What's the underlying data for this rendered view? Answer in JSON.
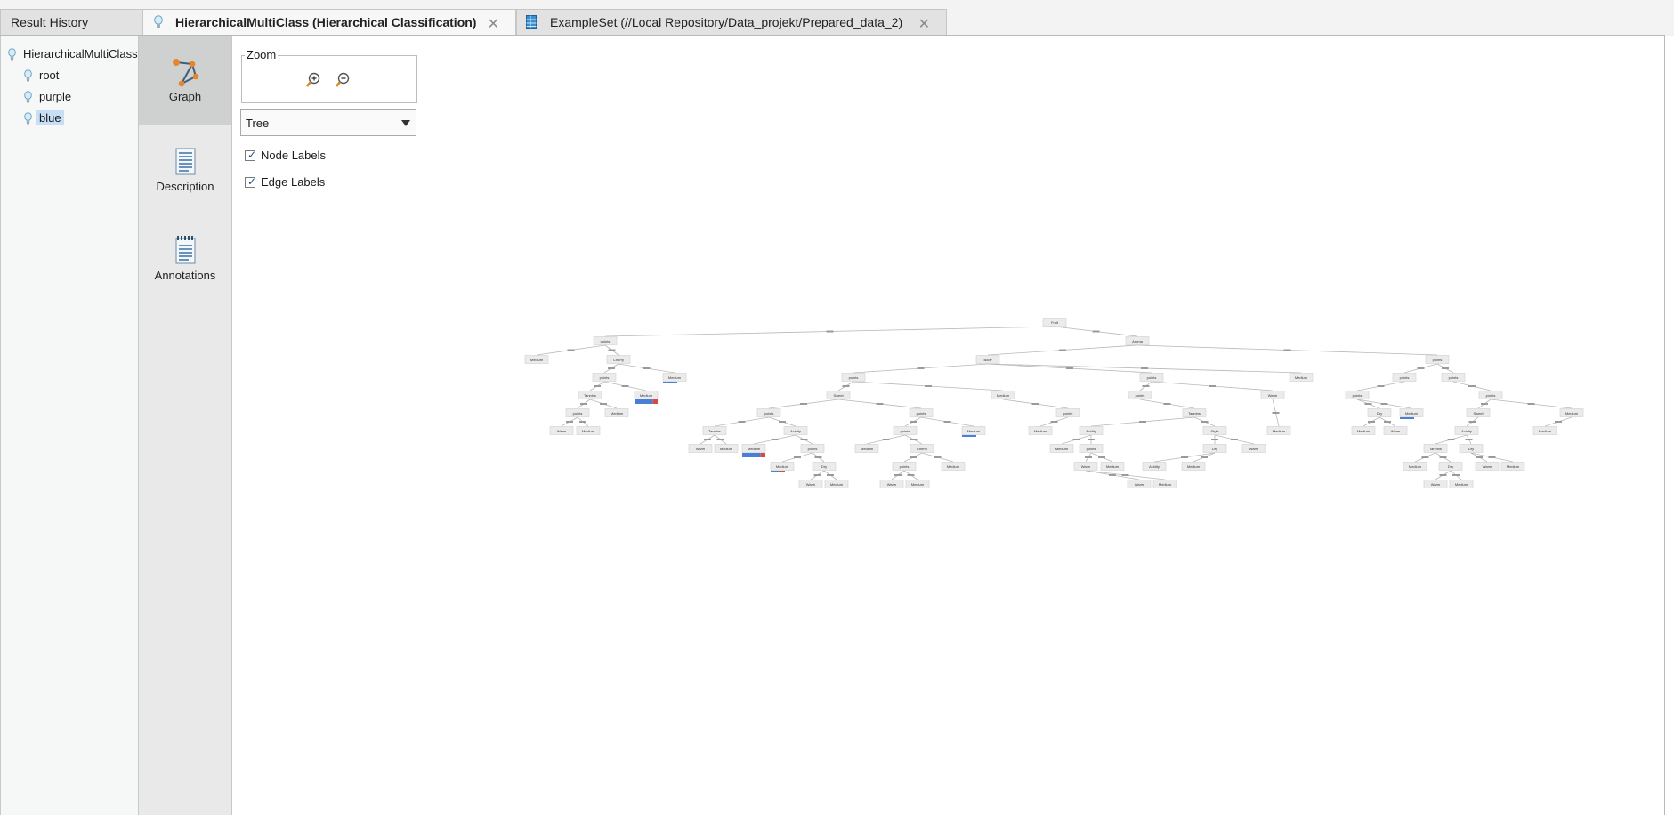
{
  "tabs": [
    {
      "label": "Result History",
      "closable": false,
      "icon": "none"
    },
    {
      "label": "HierarchicalMultiClass (Hierarchical Classification)",
      "closable": true,
      "icon": "bulb-icon"
    },
    {
      "label": "ExampleSet (//Local Repository/Data_projekt/Prepared_data_2)",
      "closable": true,
      "icon": "table-icon"
    }
  ],
  "close_glyph": "✕",
  "model_tree": {
    "root_label": "HierarchicalMultiClass",
    "children": [
      "root",
      "purple",
      "blue"
    ],
    "selected": "blue"
  },
  "views": [
    {
      "label": "Graph",
      "icon": "graph-icon",
      "active": true
    },
    {
      "label": "Description",
      "icon": "description-icon",
      "active": false
    },
    {
      "label": "Annotations",
      "icon": "annotations-icon",
      "active": false
    }
  ],
  "zoom": {
    "label": "Zoom",
    "zoom_in": "zoom-in-icon",
    "zoom_out": "zoom-out-icon"
  },
  "layout_select": {
    "value": "Tree"
  },
  "checkboxes": {
    "node_labels": {
      "label": "Node Labels",
      "checked": true
    },
    "edge_labels": {
      "label": "Edge Labels",
      "checked": true
    }
  },
  "colors": {
    "accent_orange": "#e8842a",
    "selection": "#c8def4",
    "bar_blue": "#4a7fd8",
    "bar_red": "#e0473c"
  },
  "tree_graph": {
    "node_text": [
      "Fruit",
      "points",
      "Aroma",
      "Body",
      "Medium",
      "Cherry",
      "Tannins",
      "Acidity",
      "Dry",
      "Sweet",
      "Warm",
      "Style"
    ]
  }
}
